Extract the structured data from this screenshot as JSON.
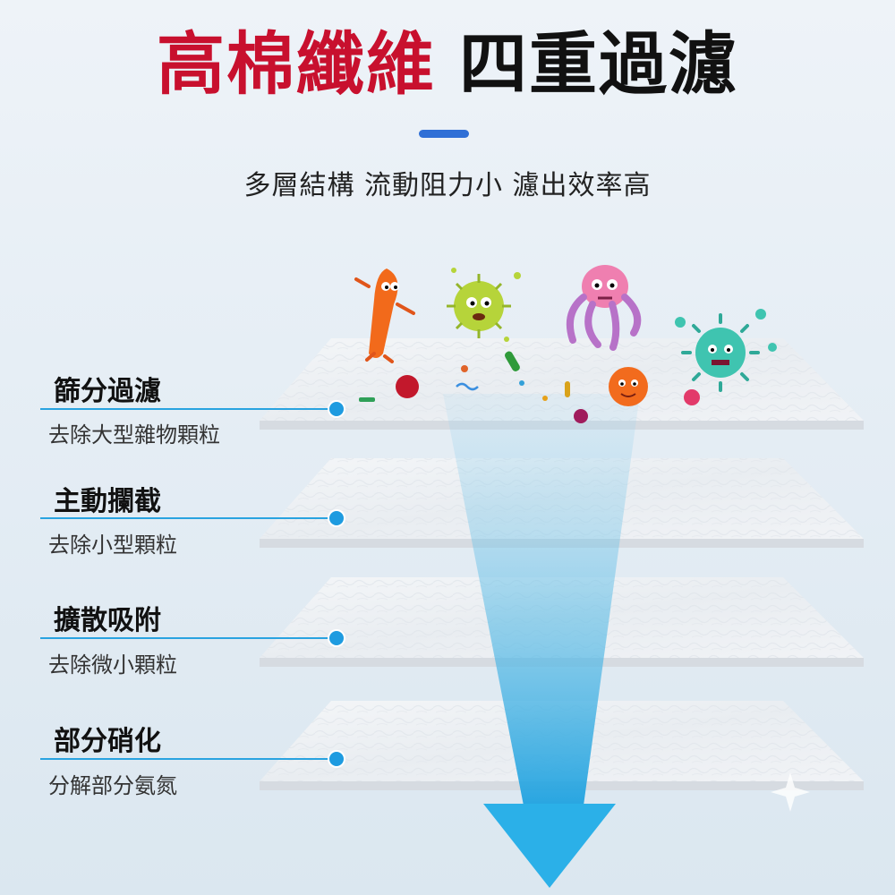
{
  "header": {
    "title_red": "高棉纖維",
    "title_black": "四重過濾",
    "subtitle": "多層結構 流動阻力小 濾出效率高"
  },
  "steps": [
    {
      "title": "篩分過濾",
      "desc": "去除大型雜物顆粒"
    },
    {
      "title": "主動攔截",
      "desc": "去除小型顆粒"
    },
    {
      "title": "擴散吸附",
      "desc": "去除微小顆粒"
    },
    {
      "title": "部分硝化",
      "desc": "分解部分氨氮"
    }
  ],
  "colors": {
    "title_red": "#c8102e",
    "accent_blue": "#2f6fd6",
    "arrow_blue": "#39aee0",
    "dot_blue": "#1e9be0"
  }
}
